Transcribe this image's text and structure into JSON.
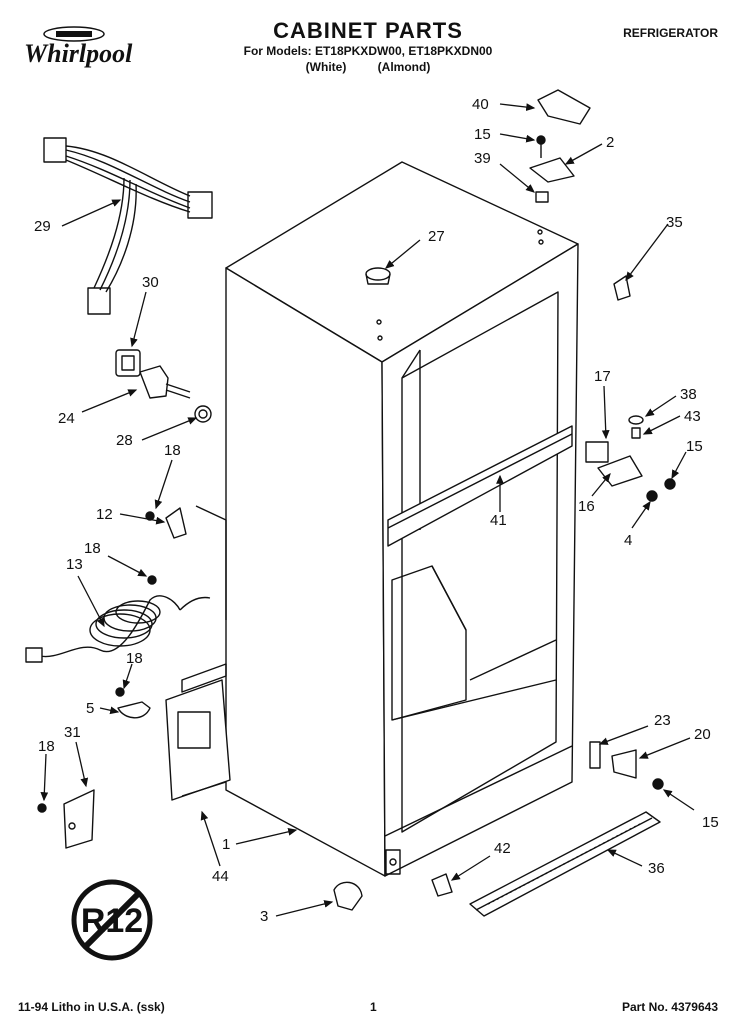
{
  "brand": "Whirlpool",
  "header": {
    "title": "CABINET PARTS",
    "subtitle": "For Models: ET18PKXDW00, ET18PKXDN00",
    "variants": [
      "(White)",
      "(Almond)"
    ],
    "category": "REFRIGERATOR"
  },
  "footer": {
    "left": "11-94 Litho in U.S.A. (ssk)",
    "center": "1",
    "right": "Part No. 4379643"
  },
  "badge_text": "R12",
  "callouts": [
    {
      "id": "c40",
      "label": "40"
    },
    {
      "id": "c15a",
      "label": "15"
    },
    {
      "id": "c2",
      "label": "2"
    },
    {
      "id": "c39",
      "label": "39"
    },
    {
      "id": "c35",
      "label": "35"
    },
    {
      "id": "c27",
      "label": "27"
    },
    {
      "id": "c29",
      "label": "29"
    },
    {
      "id": "c30",
      "label": "30"
    },
    {
      "id": "c24",
      "label": "24"
    },
    {
      "id": "c28",
      "label": "28"
    },
    {
      "id": "c18a",
      "label": "18"
    },
    {
      "id": "c12",
      "label": "12"
    },
    {
      "id": "c18b",
      "label": "18"
    },
    {
      "id": "c13",
      "label": "13"
    },
    {
      "id": "c18c",
      "label": "18"
    },
    {
      "id": "c5",
      "label": "5"
    },
    {
      "id": "c31",
      "label": "31"
    },
    {
      "id": "c18d",
      "label": "18"
    },
    {
      "id": "c17",
      "label": "17"
    },
    {
      "id": "c38",
      "label": "38"
    },
    {
      "id": "c43",
      "label": "43"
    },
    {
      "id": "c15b",
      "label": "15"
    },
    {
      "id": "c16",
      "label": "16"
    },
    {
      "id": "c4",
      "label": "4"
    },
    {
      "id": "c41",
      "label": "41"
    },
    {
      "id": "c23",
      "label": "23"
    },
    {
      "id": "c20",
      "label": "20"
    },
    {
      "id": "c15c",
      "label": "15"
    },
    {
      "id": "c1",
      "label": "1"
    },
    {
      "id": "c44",
      "label": "44"
    },
    {
      "id": "c42",
      "label": "42"
    },
    {
      "id": "c36",
      "label": "36"
    },
    {
      "id": "c3",
      "label": "3"
    }
  ]
}
